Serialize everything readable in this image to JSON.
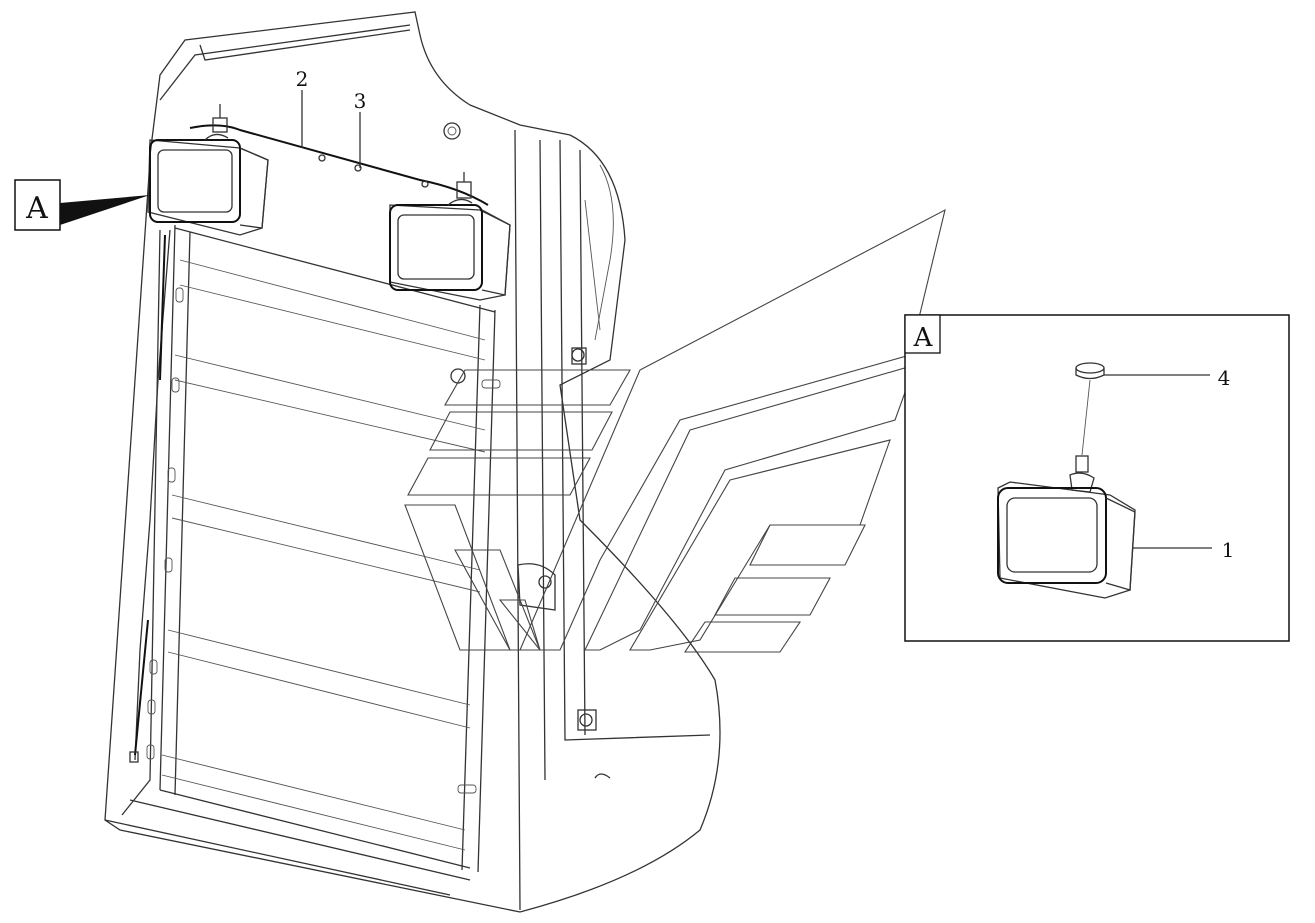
{
  "callouts": {
    "view_marker": "A",
    "detail_marker": "A",
    "item_1": "1",
    "item_2": "2",
    "item_3": "3",
    "item_4": "4"
  },
  "colors": {
    "line": "#333333",
    "background": "#ffffff"
  }
}
